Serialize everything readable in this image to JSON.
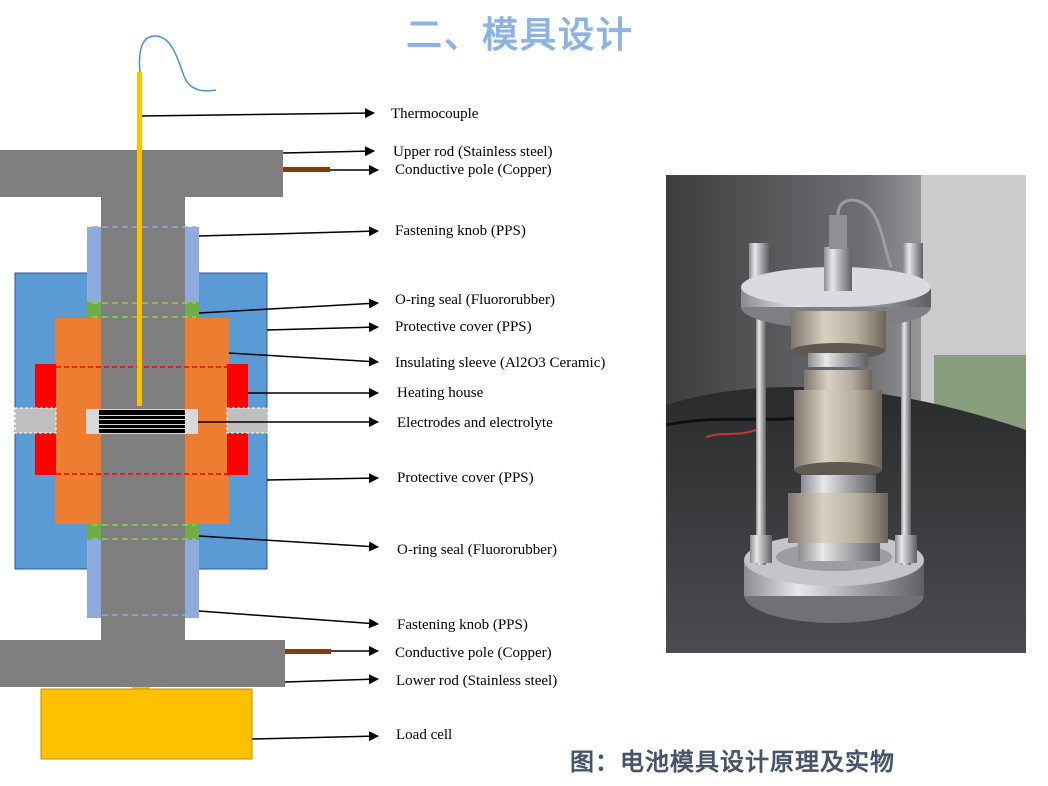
{
  "title": "二、模具设计",
  "caption": "图：电池模具设计原理及实物",
  "labels": {
    "thermocouple": "Thermocouple",
    "upper_rod": "Upper rod (Stainless steel)",
    "conductive_pole_top": "Conductive pole (Copper)",
    "fastening_knob_top": "Fastening knob (PPS)",
    "oring_top": "O-ring seal (Fluororubber)",
    "protective_cover_top": "Protective cover (PPS)",
    "insulating_sleeve": "Insulating sleeve (Al2O3 Ceramic)",
    "heating_house": "Heating house",
    "electrodes": "Electrodes and electrolyte",
    "protective_cover_bottom": "Protective cover (PPS)",
    "oring_bottom": "O-ring seal (Fluororubber)",
    "fastening_knob_bottom": "Fastening knob (PPS)",
    "conductive_pole_bottom": "Conductive pole (Copper)",
    "lower_rod": "Lower rod (Stainless steel)",
    "load_cell": "Load cell"
  },
  "colors": {
    "title": "#8db3e2",
    "caption": "#44546a",
    "rod": "#7f7f7f",
    "knob": "#8faadc",
    "housing": "#5b9bd5",
    "cover": "#ed7d31",
    "heater": "#ff0000",
    "oring": "#70ad47",
    "thermocouple": "#ffc000",
    "copper": "#843c0c",
    "load_cell": "#ffc000",
    "electrode": "#000000"
  }
}
